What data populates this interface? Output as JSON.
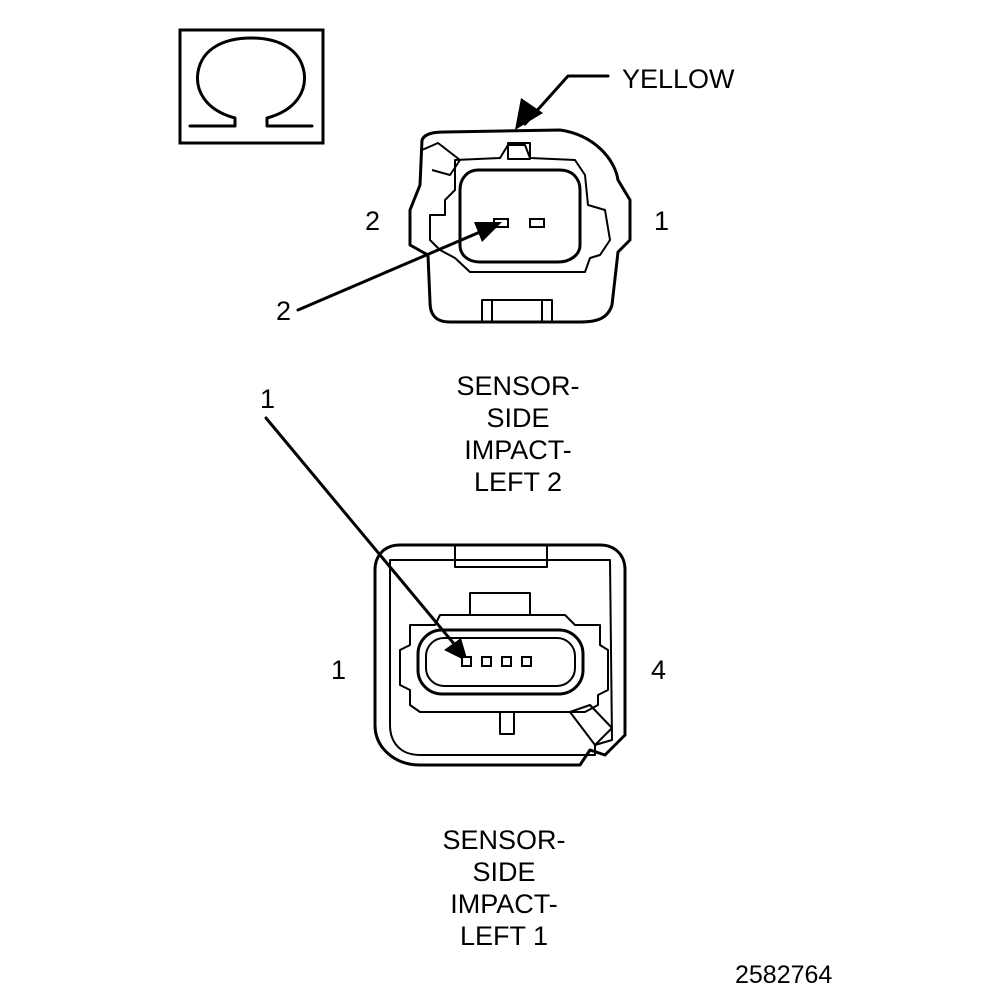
{
  "wire_color_label": "YELLOW",
  "connector_upper": {
    "pin_left": "2",
    "pin_right": "1",
    "callout": "2",
    "caption": [
      "SENSOR-",
      "SIDE",
      "IMPACT-",
      "LEFT 2"
    ]
  },
  "connector_lower": {
    "callout": "1",
    "pin_left": "1",
    "pin_right": "4",
    "caption": [
      "SENSOR-",
      "SIDE",
      "IMPACT-",
      "LEFT 1"
    ]
  },
  "figure_id": "2582764",
  "icons": {
    "meter_symbol": "ohm-symbol-icon"
  }
}
